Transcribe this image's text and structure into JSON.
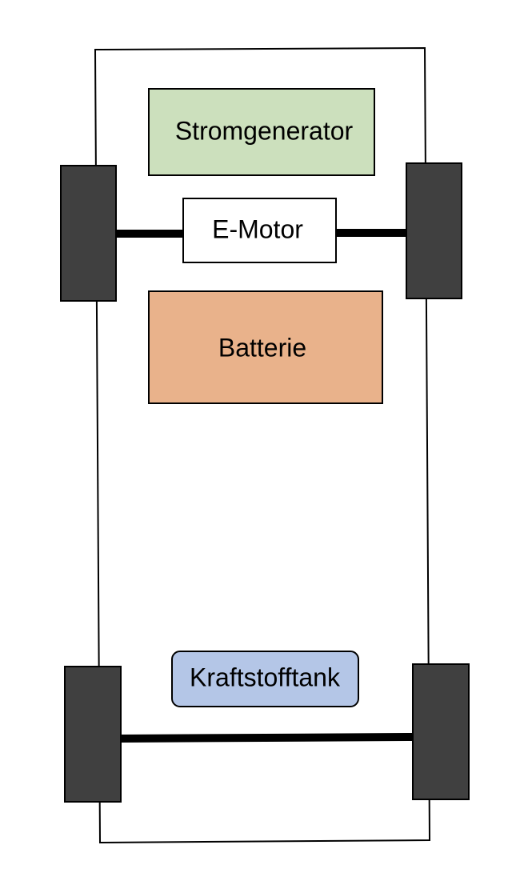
{
  "components": {
    "generator": {
      "label": "Stromgenerator",
      "fill": "#cce0bd"
    },
    "motor": {
      "label": "E-Motor",
      "fill": "#ffffff"
    },
    "battery": {
      "label": "Batterie",
      "fill": "#e9b28b"
    },
    "tank": {
      "label": "Kraftstofftank",
      "fill": "#b4c6e7"
    }
  },
  "colors": {
    "chassis_stroke": "#000000",
    "wheel": "#404040",
    "axle": "#000000"
  }
}
